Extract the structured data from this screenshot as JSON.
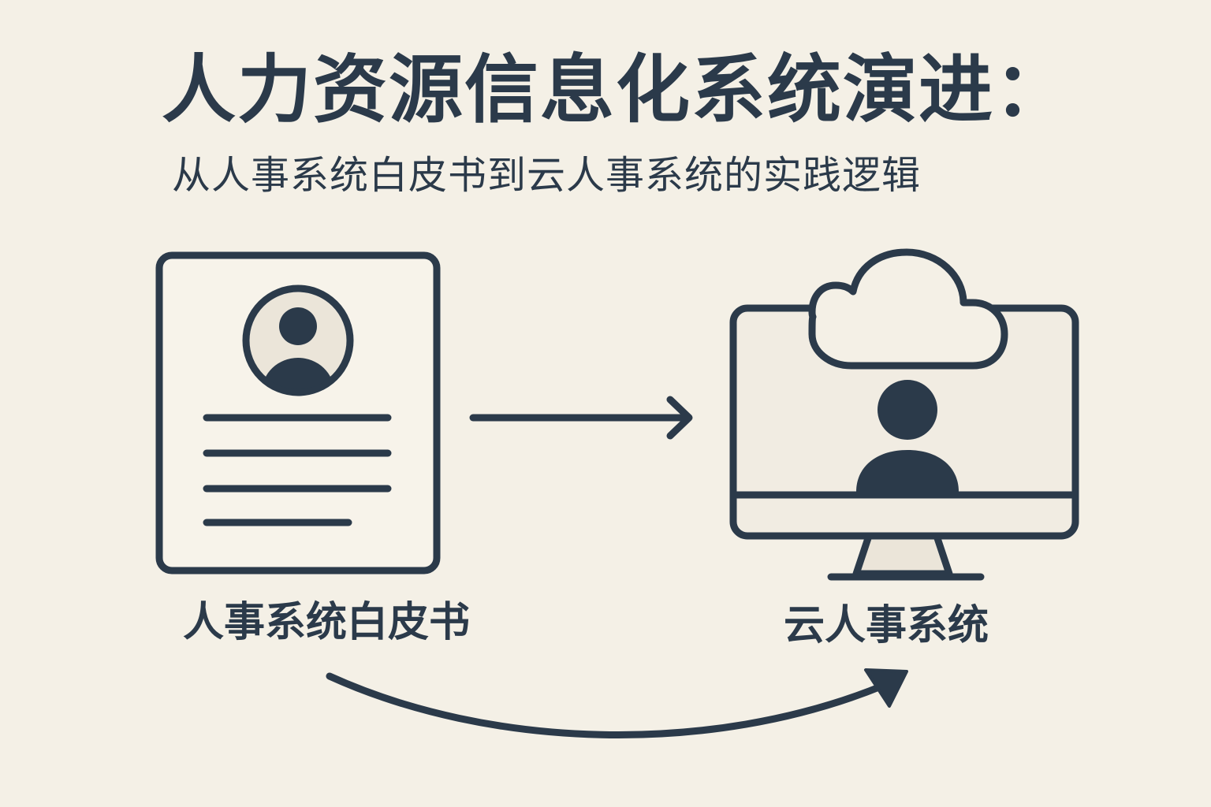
{
  "title": "人力资源信息化系统演进：",
  "subtitle": "从人事系统白皮书到云人事系统的实践逻辑",
  "nodes": {
    "whitepaper": {
      "label": "人事系统白皮书",
      "icon": "document-profile-icon"
    },
    "cloud_hr": {
      "label": "云人事系统",
      "icon": "cloud-monitor-user-icon"
    }
  },
  "colors": {
    "background": "#f4f0e6",
    "ink": "#2b3a4a",
    "panel": "#f1ece2",
    "accent_fill": "#ebe5d9"
  }
}
